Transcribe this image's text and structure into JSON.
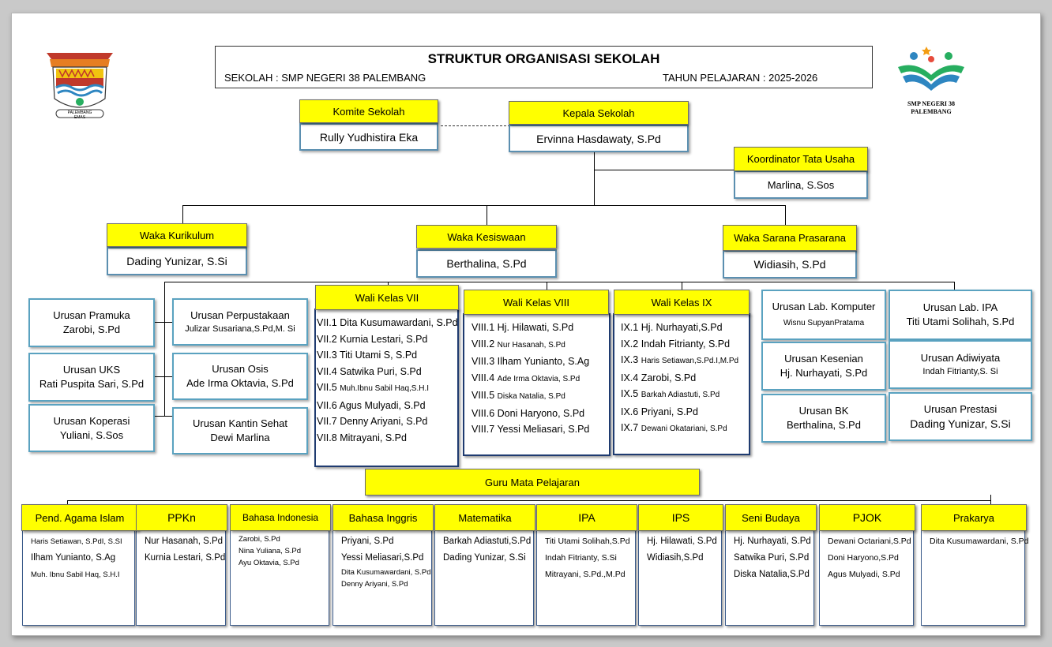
{
  "header": {
    "title": "STRUKTUR ORGANISASI SEKOLAH",
    "school": "SEKOLAH : SMP NEGERI 38 PALEMBANG",
    "year": "TAHUN PELAJARAN : 2025-2026"
  },
  "logos": {
    "left_caption": "PALEMBANG EMAS",
    "right_line1": "SMP NEGERI 38",
    "right_line2": "PALEMBANG"
  },
  "komite": {
    "title": "Komite Sekolah",
    "name": "Rully Yudhistira Eka"
  },
  "kepala": {
    "title": "Kepala Sekolah",
    "name": "Ervinna Hasdawaty, S.Pd"
  },
  "tatausaha": {
    "title": "Koordinator Tata Usaha",
    "name": "Marlina, S.Sos"
  },
  "waka": [
    {
      "title": "Waka Kurikulum",
      "name": "Dading Yunizar, S.Si"
    },
    {
      "title": "Waka Kesiswaan",
      "name": "Berthalina, S.Pd"
    },
    {
      "title": "Waka Sarana Prasarana",
      "name": "Widiasih, S.Pd"
    }
  ],
  "urusan_left": [
    {
      "title": "Urusan Pramuka",
      "name": "Zarobi, S.Pd"
    },
    {
      "title": "Urusan UKS",
      "name": "Rati Puspita Sari, S.Pd"
    },
    {
      "title": "Urusan Koperasi",
      "name": "Yuliani, S.Sos"
    },
    {
      "title": "Urusan Perpustakaan",
      "name": "Julizar Susariana,S.Pd,M. Si"
    },
    {
      "title": "Urusan Osis",
      "name": "Ade Irma Oktavia, S.Pd"
    },
    {
      "title": "Urusan Kantin Sehat",
      "name": "Dewi Marlina"
    }
  ],
  "urusan_right": [
    {
      "title": "Urusan Lab. Komputer",
      "name": "Wisnu SupyanPratama"
    },
    {
      "title": "Urusan Kesenian",
      "name": "Hj. Nurhayati, S.Pd"
    },
    {
      "title": "Urusan BK",
      "name": "Berthalina, S.Pd"
    },
    {
      "title": "Urusan Lab. IPA",
      "name": "Titi Utami Solihah, S.Pd"
    },
    {
      "title": "Urusan Adiwiyata",
      "name": "Indah Fitrianty,S. Si"
    },
    {
      "title": "Urusan Prestasi",
      "name": "Dading Yunizar, S.Si"
    }
  ],
  "wali": [
    {
      "title": "Wali Kelas VII",
      "items": [
        {
          "k": "VII.1",
          "v": "Dita Kusumawardani, S.Pd"
        },
        {
          "k": "VII.2",
          "v": "Kurnia Lestari, S.Pd"
        },
        {
          "k": "VII.3",
          "v": "Titi Utami S, S.Pd"
        },
        {
          "k": "VII.4",
          "v": "Satwika Puri, S.Pd"
        },
        {
          "k": "VII.5",
          "v": "Muh.Ibnu Sabil Haq,S.H.I"
        },
        {
          "k": "VII.6",
          "v": "Agus Mulyadi, S.Pd"
        },
        {
          "k": "VII.7",
          "v": "Denny Ariyani, S.Pd"
        },
        {
          "k": "VII.8",
          "v": "Mitrayani, S.Pd"
        }
      ]
    },
    {
      "title": "Wali Kelas VIII",
      "items": [
        {
          "k": "VIII.1",
          "v": "Hj. Hilawati, S.Pd"
        },
        {
          "k": "VIII.2",
          "v": "Nur Hasanah, S.Pd"
        },
        {
          "k": "VIII.3",
          "v": "Ilham Yunianto, S.Ag"
        },
        {
          "k": "VIII.4",
          "v": "Ade Irma Oktavia, S.Pd"
        },
        {
          "k": "VIII.5",
          "v": "Diska Natalia, S.Pd"
        },
        {
          "k": "VIII.6",
          "v": "Doni Haryono, S.Pd"
        },
        {
          "k": "VIII.7",
          "v": "Yessi Meliasari, S.Pd"
        }
      ]
    },
    {
      "title": "Wali Kelas IX",
      "items": [
        {
          "k": "IX.1",
          "v": "Hj. Nurhayati,S.Pd"
        },
        {
          "k": "IX.2",
          "v": "Indah Fitrianty, S.Pd"
        },
        {
          "k": "IX.3",
          "v": "Haris Setiawan,S.Pd.I,M.Pd"
        },
        {
          "k": "IX.4",
          "v": "Zarobi, S.Pd"
        },
        {
          "k": "IX.5",
          "v": "Barkah Adiastuti, S.Pd"
        },
        {
          "k": "IX.6",
          "v": "Priyani, S.Pd"
        },
        {
          "k": "IX.7",
          "v": "Dewani Okatariani, S.Pd"
        }
      ]
    }
  ],
  "guru": {
    "title": "Guru Mata Pelajaran",
    "subjects": [
      {
        "title": "Pend. Agama Islam",
        "teachers": [
          "Haris Setiawan, S.PdI, S.SI",
          "Ilham Yunianto, S.Ag",
          "Muh. Ibnu Sabil Haq, S.H.I"
        ]
      },
      {
        "title": "PPKn",
        "teachers": [
          "Nur Hasanah, S.Pd",
          "Kurnia Lestari, S.Pd"
        ]
      },
      {
        "title": "Bahasa Indonesia",
        "teachers": [
          "Zarobi, S.Pd",
          "Nina Yuliana, S.Pd",
          "Ayu Oktavia, S.Pd"
        ]
      },
      {
        "title": "Bahasa Inggris",
        "teachers": [
          "Priyani, S.Pd",
          "Yessi Meliasari,S.Pd",
          "Dita Kusumawardani, S.Pd",
          "Denny Ariyani, S.Pd"
        ]
      },
      {
        "title": "Matematika",
        "teachers": [
          "Barkah Adiastuti,S.Pd",
          "Dading Yunizar, S.Si"
        ]
      },
      {
        "title": "IPA",
        "teachers": [
          "Titi Utami Solihah,S.Pd",
          "Indah Fitrianty, S.Si",
          "Mitrayani, S.Pd.,M.Pd"
        ]
      },
      {
        "title": "IPS",
        "teachers": [
          "Hj. Hilawati, S.Pd",
          "Widiasih,S.Pd"
        ]
      },
      {
        "title": "Seni Budaya",
        "teachers": [
          "Hj. Nurhayati, S.Pd",
          "Satwika Puri, S.Pd",
          "Diska Natalia,S.Pd"
        ]
      },
      {
        "title": "PJOK",
        "teachers": [
          "Dewani Octariani,S.Pd",
          "Doni Haryono,S.Pd",
          "Agus Mulyadi, S.Pd"
        ]
      },
      {
        "title": "Prakarya",
        "teachers": [
          "Dita Kusumawardani, S.Pd"
        ]
      }
    ]
  }
}
